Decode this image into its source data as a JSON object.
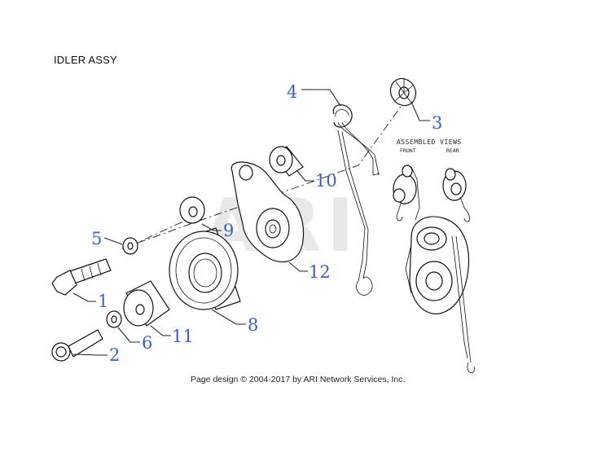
{
  "title": "IDLER ASSY",
  "footer": "Page design © 2004-2017 by ARI Network Services, Inc.",
  "watermark": "ARI",
  "assembled_views": {
    "title": "ASSEMBLED VIEWS",
    "front": "FRONT",
    "rear": "REAR"
  },
  "callouts": [
    "1",
    "2",
    "3",
    "4",
    "5",
    "6",
    "8",
    "9",
    "10",
    "11",
    "12"
  ],
  "colors": {
    "callout": "#3a5fc8",
    "line": "#222222"
  }
}
